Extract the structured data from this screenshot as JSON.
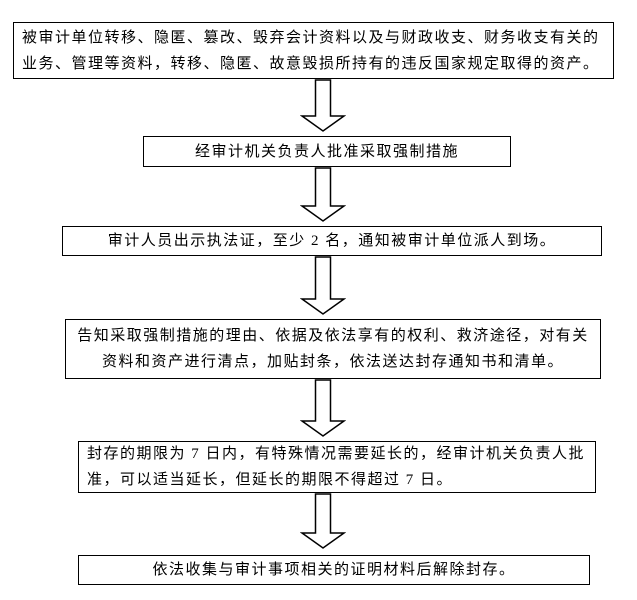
{
  "page": {
    "background_color": "#ffffff",
    "line_color": "#000000",
    "text_color": "#000000"
  },
  "flowchart": {
    "steps": [
      {
        "name": "step-1-triggering-conduct",
        "lines": [
          "被审计单位转移、隐匿、篡改、毁弃会计资料以及与财政收支、财务收支有关的",
          "业务、管理等资料，转移、隐匿、故意毁损所持有的违反国家规定取得的资产。"
        ]
      },
      {
        "name": "step-2-approval",
        "lines": [
          "经审计机关负责人批准采取强制措施"
        ]
      },
      {
        "name": "step-3-show-credentials",
        "lines": [
          "审计人员出示执法证，至少 2 名，通知被审计单位派人到场。"
        ]
      },
      {
        "name": "step-4-notify-and-seal",
        "lines": [
          "告知采取强制措施的理由、依据及依法享有的权利、救济途径，对有关",
          "资料和资产进行清点，加贴封条，依法送达封存通知书和清单。"
        ]
      },
      {
        "name": "step-5-seal-time-limit",
        "lines": [
          "封存的期限为 7 日内，有特殊情况需要延长的，经审计机关负责人批",
          "准，可以适当延长，但延长的期限不得超过 7 日。"
        ]
      },
      {
        "name": "step-6-release-seal",
        "lines": [
          "依法收集与审计事项相关的证明材料后解除封存。"
        ]
      }
    ]
  }
}
